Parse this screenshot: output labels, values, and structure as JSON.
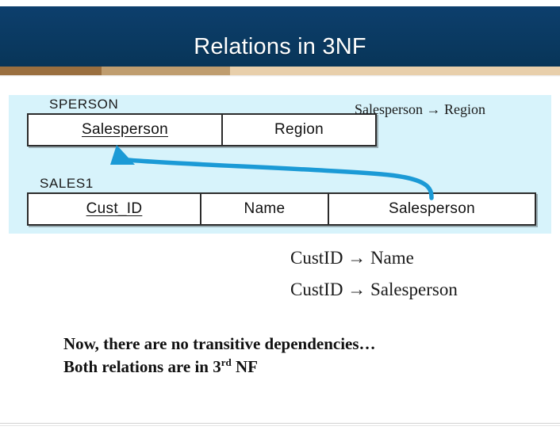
{
  "slide": {
    "title": "Relations in 3NF",
    "accent_colors": {
      "title_band": "#0a3c68",
      "stripe_dark": "#9a6f3f",
      "stripe_mid": "#bf9d6f",
      "stripe_light": "#e8cfab",
      "panel_background": "#d7f3fb",
      "connector_blue": "#1b9ad6"
    }
  },
  "diagram": {
    "relations": [
      {
        "name": "SPERSON",
        "columns": [
          {
            "label": "Salesperson",
            "is_key": true
          },
          {
            "label": "Region",
            "is_key": false
          }
        ]
      },
      {
        "name": "SALES1",
        "columns": [
          {
            "label": "Cust_ID",
            "is_key": true
          },
          {
            "label": "Name",
            "is_key": false
          },
          {
            "label": "Salesperson",
            "is_key": false
          }
        ]
      }
    ],
    "inline_dependency": "Salesperson → Region",
    "connector": {
      "from": "SALES1.Salesperson",
      "to": "SPERSON.Salesperson"
    }
  },
  "dependencies": {
    "lines": [
      "CustID → Name",
      "CustID → Salesperson"
    ]
  },
  "conclusion": {
    "line1": "Now, there are no transitive dependencies…",
    "line2_prefix": "Both relations are in 3",
    "line2_sup": "rd",
    "line2_suffix": " NF"
  }
}
